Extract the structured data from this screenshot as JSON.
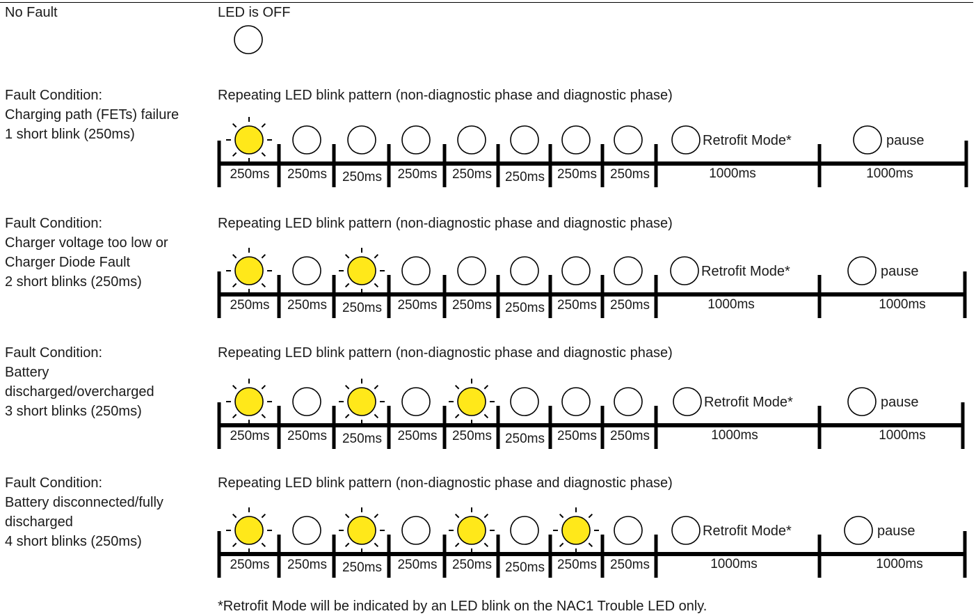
{
  "no_fault": {
    "label": "No Fault",
    "led_state": "LED is OFF"
  },
  "pattern_caption": "Repeating LED blink pattern (non-diagnostic phase and diagnostic phase)",
  "slot_labels": [
    "250ms",
    "250ms",
    "250ms",
    "250ms",
    "250ms",
    "250ms",
    "250ms",
    "250ms",
    "1000ms",
    "1000ms"
  ],
  "retrofit_label": "Retrofit Mode*",
  "pause_label": "pause",
  "colors": {
    "led_on": "#ffe81a",
    "led_off": "#ffffff",
    "line": "#000000"
  },
  "faults": [
    {
      "title_lines": [
        "Fault Condition:",
        "Charging path (FETs) failure",
        "1 short blink (250ms)"
      ],
      "caption": "Repeating LED blink pattern (non-diagnostic phase and diagnostic phase)",
      "lit": [
        true,
        false,
        false,
        false,
        false,
        false,
        false,
        false
      ]
    },
    {
      "title_lines": [
        "Fault Condition:",
        "Charger voltage too low or",
        "Charger Diode Fault",
        "2 short blinks (250ms)"
      ],
      "caption": "Repeating LED blink pattern (non-diagnostic phase and diagnostic phase)",
      "lit": [
        true,
        false,
        true,
        false,
        false,
        false,
        false,
        false
      ]
    },
    {
      "title_lines": [
        "Fault Condition:",
        "Battery",
        "discharged/overcharged",
        "3 short blinks (250ms)"
      ],
      "caption": "Repeating LED blink pattern (non-diagnostic phase and diagnostic phase)",
      "lit": [
        true,
        false,
        true,
        false,
        true,
        false,
        false,
        false
      ]
    },
    {
      "title_lines": [
        "Fault Condition:",
        "Battery disconnected/fully",
        "discharged",
        "4 short blinks (250ms)"
      ],
      "caption": "Repeating LED blink pattern (non-diagnostic phase and diagnostic phase)",
      "lit": [
        true,
        false,
        true,
        false,
        true,
        false,
        true,
        false
      ]
    }
  ],
  "footnote": "*Retrofit Mode will be indicated by an LED blink on the NAC1 Trouble LED only."
}
